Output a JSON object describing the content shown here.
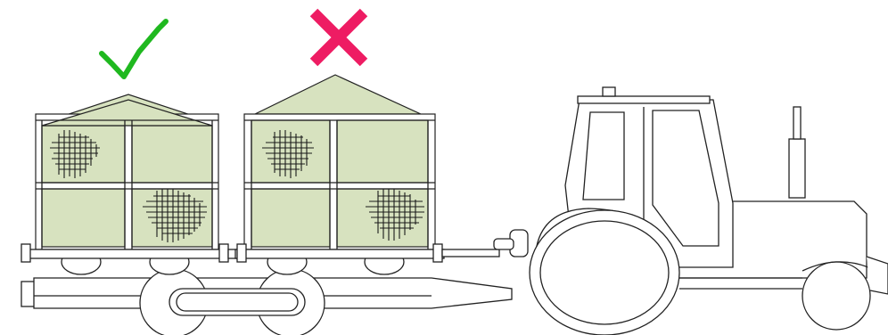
{
  "diagram": {
    "subject": "tractor-with-two-trailers",
    "marks": [
      {
        "over": "left-trailer",
        "symbol": "check-icon",
        "meaning": "correct",
        "color": "#1fb81f"
      },
      {
        "over": "right-trailer",
        "symbol": "cross-icon",
        "meaning": "incorrect",
        "color": "#ee1c63"
      }
    ],
    "colors": {
      "cargo": "#d7e2bf",
      "outline": "#222222",
      "mold": "#1a1a1a",
      "background": "#ffffff"
    }
  }
}
